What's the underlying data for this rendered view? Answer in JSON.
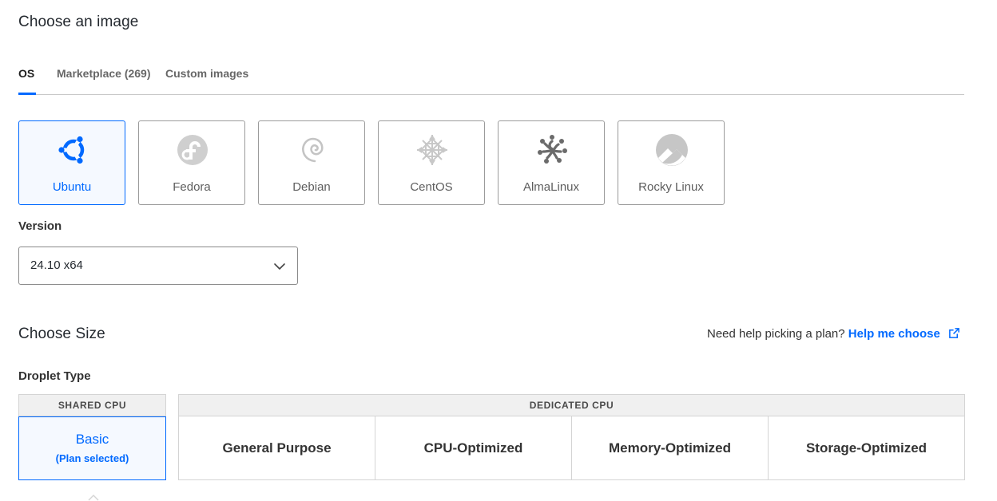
{
  "image_section": {
    "title": "Choose an image",
    "tabs": [
      {
        "label": "OS",
        "active": true
      },
      {
        "label": "Marketplace (269)",
        "active": false
      },
      {
        "label": "Custom images",
        "active": false
      }
    ],
    "os_options": [
      {
        "label": "Ubuntu",
        "icon": "ubuntu-icon",
        "selected": true
      },
      {
        "label": "Fedora",
        "icon": "fedora-icon",
        "selected": false
      },
      {
        "label": "Debian",
        "icon": "debian-icon",
        "selected": false
      },
      {
        "label": "CentOS",
        "icon": "centos-icon",
        "selected": false
      },
      {
        "label": "AlmaLinux",
        "icon": "almalinux-icon",
        "selected": false
      },
      {
        "label": "Rocky Linux",
        "icon": "rocky-linux-icon",
        "selected": false
      }
    ],
    "version": {
      "label": "Version",
      "value": "24.10 x64"
    }
  },
  "size_section": {
    "title": "Choose Size",
    "help_text": "Need help picking a plan?",
    "help_link": "Help me choose",
    "droplet_type_label": "Droplet Type",
    "shared_cpu": {
      "header": "SHARED CPU",
      "plan": "Basic",
      "plan_status": "(Plan selected)"
    },
    "dedicated_cpu": {
      "header": "DEDICATED CPU",
      "options": [
        "General Purpose",
        "CPU-Optimized",
        "Memory-Optimized",
        "Storage-Optimized"
      ]
    }
  },
  "colors": {
    "accent": "#0069ff",
    "selected_bg": "#f5f9ff",
    "border": "#9b9b9b",
    "header_bg": "#f0f0f0"
  }
}
